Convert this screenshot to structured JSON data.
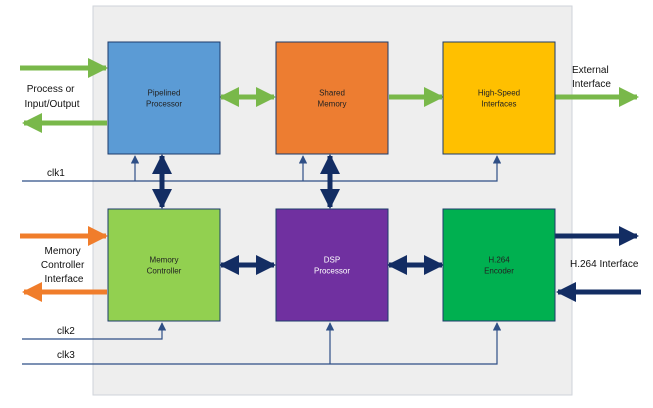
{
  "colors": {
    "chip_bg": "#eeeeee",
    "chip_border": "#cfd3da",
    "green_arrow": "#79b84a",
    "orange_arrow": "#f07d2b",
    "navy": "#132d63",
    "clock_line": "#2f4f86",
    "block_border": "#1c3b6b"
  },
  "blocks": [
    {
      "id": "pipelined_processor",
      "lines": [
        "Pipelined",
        "Processor"
      ],
      "color": "#5b9bd5"
    },
    {
      "id": "shared_memory",
      "lines": [
        "Shared",
        "Memory"
      ],
      "color": "#ed7d31"
    },
    {
      "id": "high_speed_interfaces",
      "lines": [
        "High-Speed",
        "Interfaces"
      ],
      "color": "#ffc000"
    },
    {
      "id": "memory_controller",
      "lines": [
        "Memory",
        "Controller"
      ],
      "color": "#92d050"
    },
    {
      "id": "dsp_processor",
      "lines": [
        "DSP",
        "Processor"
      ],
      "color": "#7030a0"
    },
    {
      "id": "h264_encoder",
      "lines": [
        "H.264",
        "Encoder"
      ],
      "color": "#00b050"
    }
  ],
  "labels": {
    "process_io": [
      "Process or",
      "Input/Output"
    ],
    "external_interface": [
      "External",
      "Interface"
    ],
    "memory_controller_interface": [
      "Memory",
      "Controller",
      "Interface"
    ],
    "h264_interface": "H.264 Interface",
    "clk1": "clk1",
    "clk2": "clk2",
    "clk3": "clk3"
  }
}
